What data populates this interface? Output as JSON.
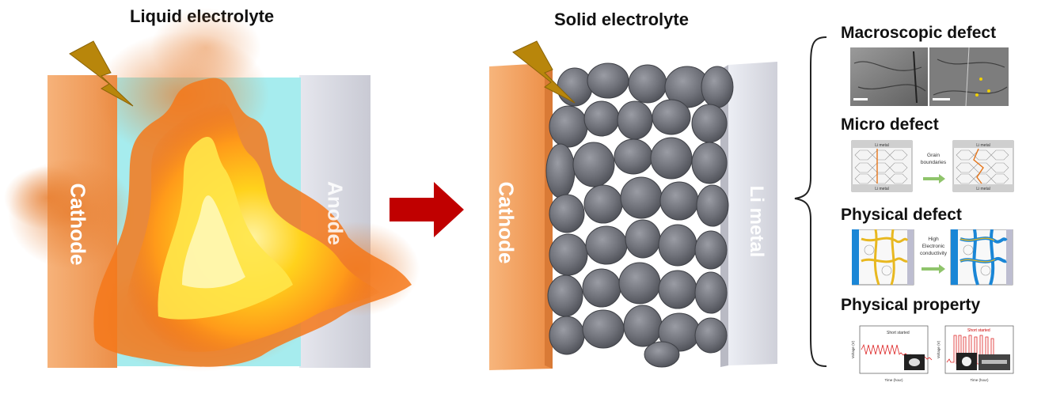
{
  "left_panel": {
    "title": "Liquid electrolyte",
    "cathode_label": "Cathode",
    "anode_label": "Anode"
  },
  "right_panel": {
    "title": "Solid electrolyte",
    "cathode_label": "Cathode",
    "anode_label": "Li metal"
  },
  "defects": [
    {
      "title": "Macroscopic defect"
    },
    {
      "title": "Micro defect",
      "top_label": "Li metal",
      "bottom_label": "Li metal",
      "arrow_label_1": "Grain",
      "arrow_label_2": "boundaries",
      "right_top_label": "Li metal",
      "right_bottom_label": "Li metal"
    },
    {
      "title": "Physical defect",
      "arrow_label_1": "High",
      "arrow_label_2": "Electronic",
      "arrow_label_3": "conductivity"
    },
    {
      "title": "Physical property",
      "left_note": "Short started",
      "right_note": "Short started",
      "x_axis": "Time (hour)",
      "y_axis": "Voltage (V)"
    }
  ],
  "colors": {
    "cathode": "#f4a35a",
    "electrolyte": "#9fe8ea",
    "anode": "#d7d8e0",
    "particle": "#6e7078",
    "arrow": "#c00000",
    "bolt": "#b8860b"
  }
}
